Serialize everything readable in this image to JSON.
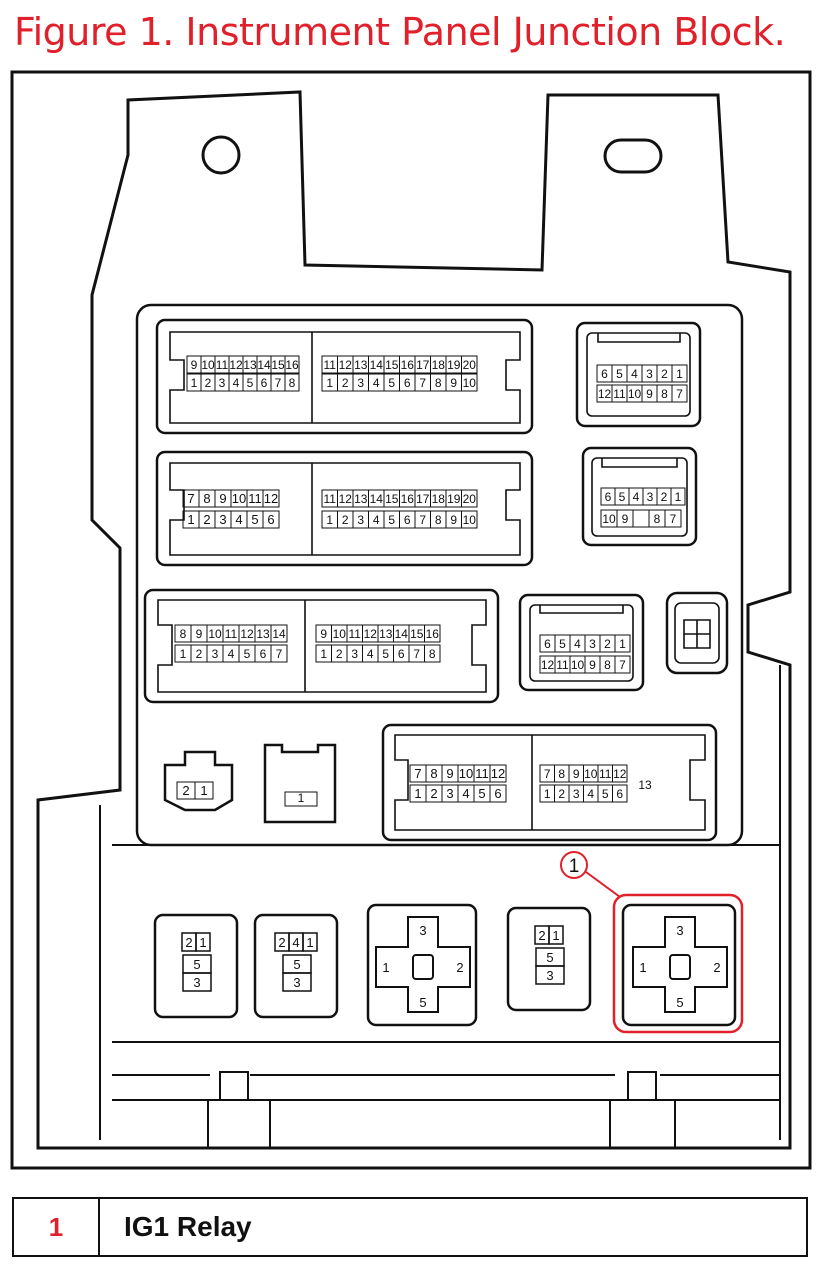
{
  "title": "Figure 1. Instrument Panel Junction Block.",
  "highlight_color": "#e0202a",
  "callout_number": "1",
  "legend": [
    {
      "number": "1",
      "label": "IG1 Relay"
    }
  ],
  "connectors": {
    "c1_top": [
      "9",
      "10",
      "11",
      "12",
      "13",
      "14",
      "15",
      "16"
    ],
    "c1_bot": [
      "1",
      "2",
      "3",
      "4",
      "5",
      "6",
      "7",
      "8"
    ],
    "c2_top": [
      "11",
      "12",
      "13",
      "14",
      "15",
      "16",
      "17",
      "18",
      "19",
      "20"
    ],
    "c2_bot": [
      "1",
      "2",
      "3",
      "4",
      "5",
      "6",
      "7",
      "8",
      "9",
      "10"
    ],
    "c3_top": [
      "6",
      "5",
      "4",
      "3",
      "2",
      "1"
    ],
    "c3_bot": [
      "12",
      "11",
      "10",
      "9",
      "8",
      "7"
    ],
    "c4_top": [
      "7",
      "8",
      "9",
      "10",
      "11",
      "12"
    ],
    "c4_bot": [
      "1",
      "2",
      "3",
      "4",
      "5",
      "6"
    ],
    "c5_top": [
      "11",
      "12",
      "13",
      "14",
      "15",
      "16",
      "17",
      "18",
      "19",
      "20"
    ],
    "c5_bot": [
      "1",
      "2",
      "3",
      "4",
      "5",
      "6",
      "7",
      "8",
      "9",
      "10"
    ],
    "c6_top": [
      "6",
      "5",
      "4",
      "3",
      "2",
      "1"
    ],
    "c6_bot": [
      "10",
      "9",
      "",
      "8",
      "7"
    ],
    "c7_top": [
      "8",
      "9",
      "10",
      "11",
      "12",
      "13",
      "14"
    ],
    "c7_bot": [
      "1",
      "2",
      "3",
      "4",
      "5",
      "6",
      "7"
    ],
    "c8_top": [
      "9",
      "10",
      "11",
      "12",
      "13",
      "14",
      "15",
      "16"
    ],
    "c8_bot": [
      "1",
      "2",
      "3",
      "4",
      "5",
      "6",
      "7",
      "8"
    ],
    "c9_top": [
      "6",
      "5",
      "4",
      "3",
      "2",
      "1"
    ],
    "c9_bot": [
      "12",
      "11",
      "10",
      "9",
      "8",
      "7"
    ],
    "c10": [
      "2",
      "1"
    ],
    "c11": [
      "1"
    ],
    "c12_top": [
      "7",
      "8",
      "9",
      "10",
      "11",
      "12"
    ],
    "c12_bot": [
      "1",
      "2",
      "3",
      "4",
      "5",
      "6"
    ],
    "c13_top": [
      "7",
      "8",
      "9",
      "10",
      "11",
      "12"
    ],
    "c13_bot": [
      "1",
      "2",
      "3",
      "4",
      "5",
      "6"
    ],
    "c13_extra": "13",
    "relay_small_a": [
      "2",
      "1",
      "5",
      "3"
    ],
    "relay_small_b": [
      "2",
      "4",
      "1",
      "5",
      "3"
    ],
    "relay_large": [
      "3",
      "1",
      "2",
      "5"
    ]
  }
}
